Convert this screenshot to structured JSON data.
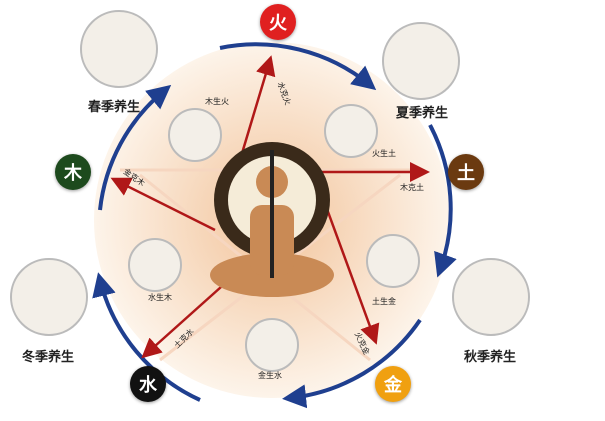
{
  "elements": {
    "fire": "火",
    "earth": "土",
    "metal": "金",
    "water": "水",
    "wood": "木"
  },
  "seasons": {
    "spring": "春季养生",
    "summer": "夏季养生",
    "autumn": "秋季养生",
    "winter": "冬季养生"
  },
  "relations": {
    "wood_fire": "木生火",
    "fire_earth": "火生土",
    "earth_metal": "土生金",
    "metal_water": "金生水",
    "water_wood": "水生木",
    "water_fire": "水克火",
    "wood_earth": "木克土",
    "fire_metal": "火克金",
    "earth_water": "土克水",
    "metal_wood": "金克木"
  },
  "colors": {
    "fire": "#e02020",
    "earth": "#6b3a10",
    "metal": "#f0a010",
    "water": "#111111",
    "wood": "#1d4a1d",
    "cycle": "#1f3f8f",
    "control": "#b01818"
  }
}
